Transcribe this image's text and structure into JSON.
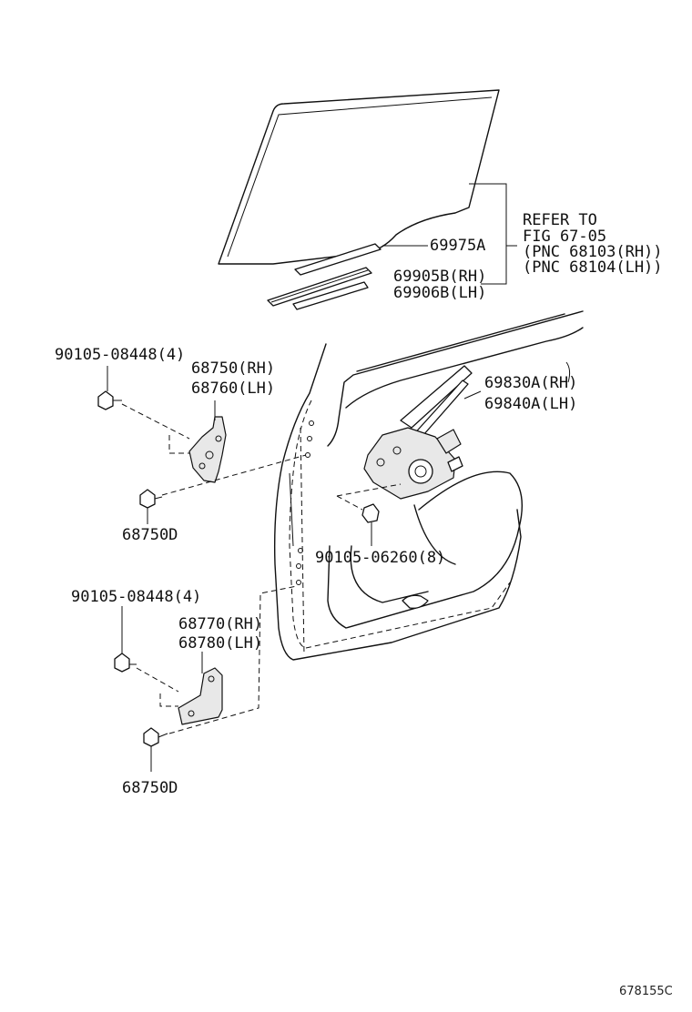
{
  "diagram": {
    "labels": {
      "refer_to_1": "REFER TO",
      "refer_to_2": "FIG 67-05",
      "refer_to_3": "(PNC 68103(RH))",
      "refer_to_4": "(PNC 68104(LH))",
      "p69975A": "69975A",
      "p69905B": "69905B(RH)",
      "p69906B": "69906B(LH)",
      "bolt_upper": "90105-08448(4)",
      "hinge_upper_rh": "68750(RH)",
      "hinge_upper_lh": "68760(LH)",
      "regulator_rh": "69830A(RH)",
      "regulator_lh": "69840A(LH)",
      "nut_upper": "68750D",
      "bolt_regulator": "90105-06260(8)",
      "bolt_lower": "90105-08448(4)",
      "hinge_lower_rh": "68770(RH)",
      "hinge_lower_lh": "68780(LH)",
      "nut_lower": "68750D"
    },
    "figure_code": "678155C"
  }
}
